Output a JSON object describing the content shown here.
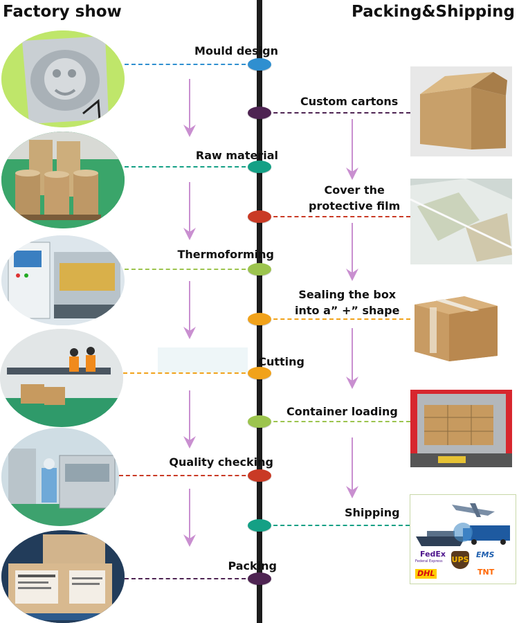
{
  "headers": {
    "left": "Factory show",
    "right": "Packing&Shipping"
  },
  "colors": {
    "spine": "#1c1c1c",
    "arrow": "#c98fd0"
  },
  "factory_steps": [
    {
      "label": "Mould design",
      "color": "#2f8fd0",
      "icon": "mould-photo"
    },
    {
      "label": "Raw material",
      "color": "#14a085",
      "icon": "film-rolls-photo"
    },
    {
      "label": "Thermoforming",
      "color": "#9cc44e",
      "icon": "thermoforming-machine-photo"
    },
    {
      "label": "Cutting",
      "color": "#f1a21a",
      "icon": "cutting-workshop-photo"
    },
    {
      "label": "Quality checking",
      "color": "#c93a25",
      "icon": "quality-check-photo"
    },
    {
      "label": "Packing",
      "color": "#4e2452",
      "icon": "packed-carton-photo"
    }
  ],
  "shipping_steps": [
    {
      "label": "Custom cartons",
      "color": "#4e2452",
      "icon": "carton-box-photo"
    },
    {
      "label": "Cover the\nprotective film",
      "color": "#c93a25",
      "icon": "protective-film-photo"
    },
    {
      "label": "Sealing the box\ninto a” +” shape",
      "color": "#f1a21a",
      "icon": "sealed-box-photo"
    },
    {
      "label": "Container loading",
      "color": "#9cc44e",
      "icon": "container-truck-photo"
    },
    {
      "label": "Shipping",
      "color": "#14a085",
      "icon": "shipping-carriers-photo"
    }
  ],
  "carrier_logos": [
    "FedEx",
    "Federal Express",
    "UPS",
    "EMS",
    "DHL",
    "TNT"
  ]
}
